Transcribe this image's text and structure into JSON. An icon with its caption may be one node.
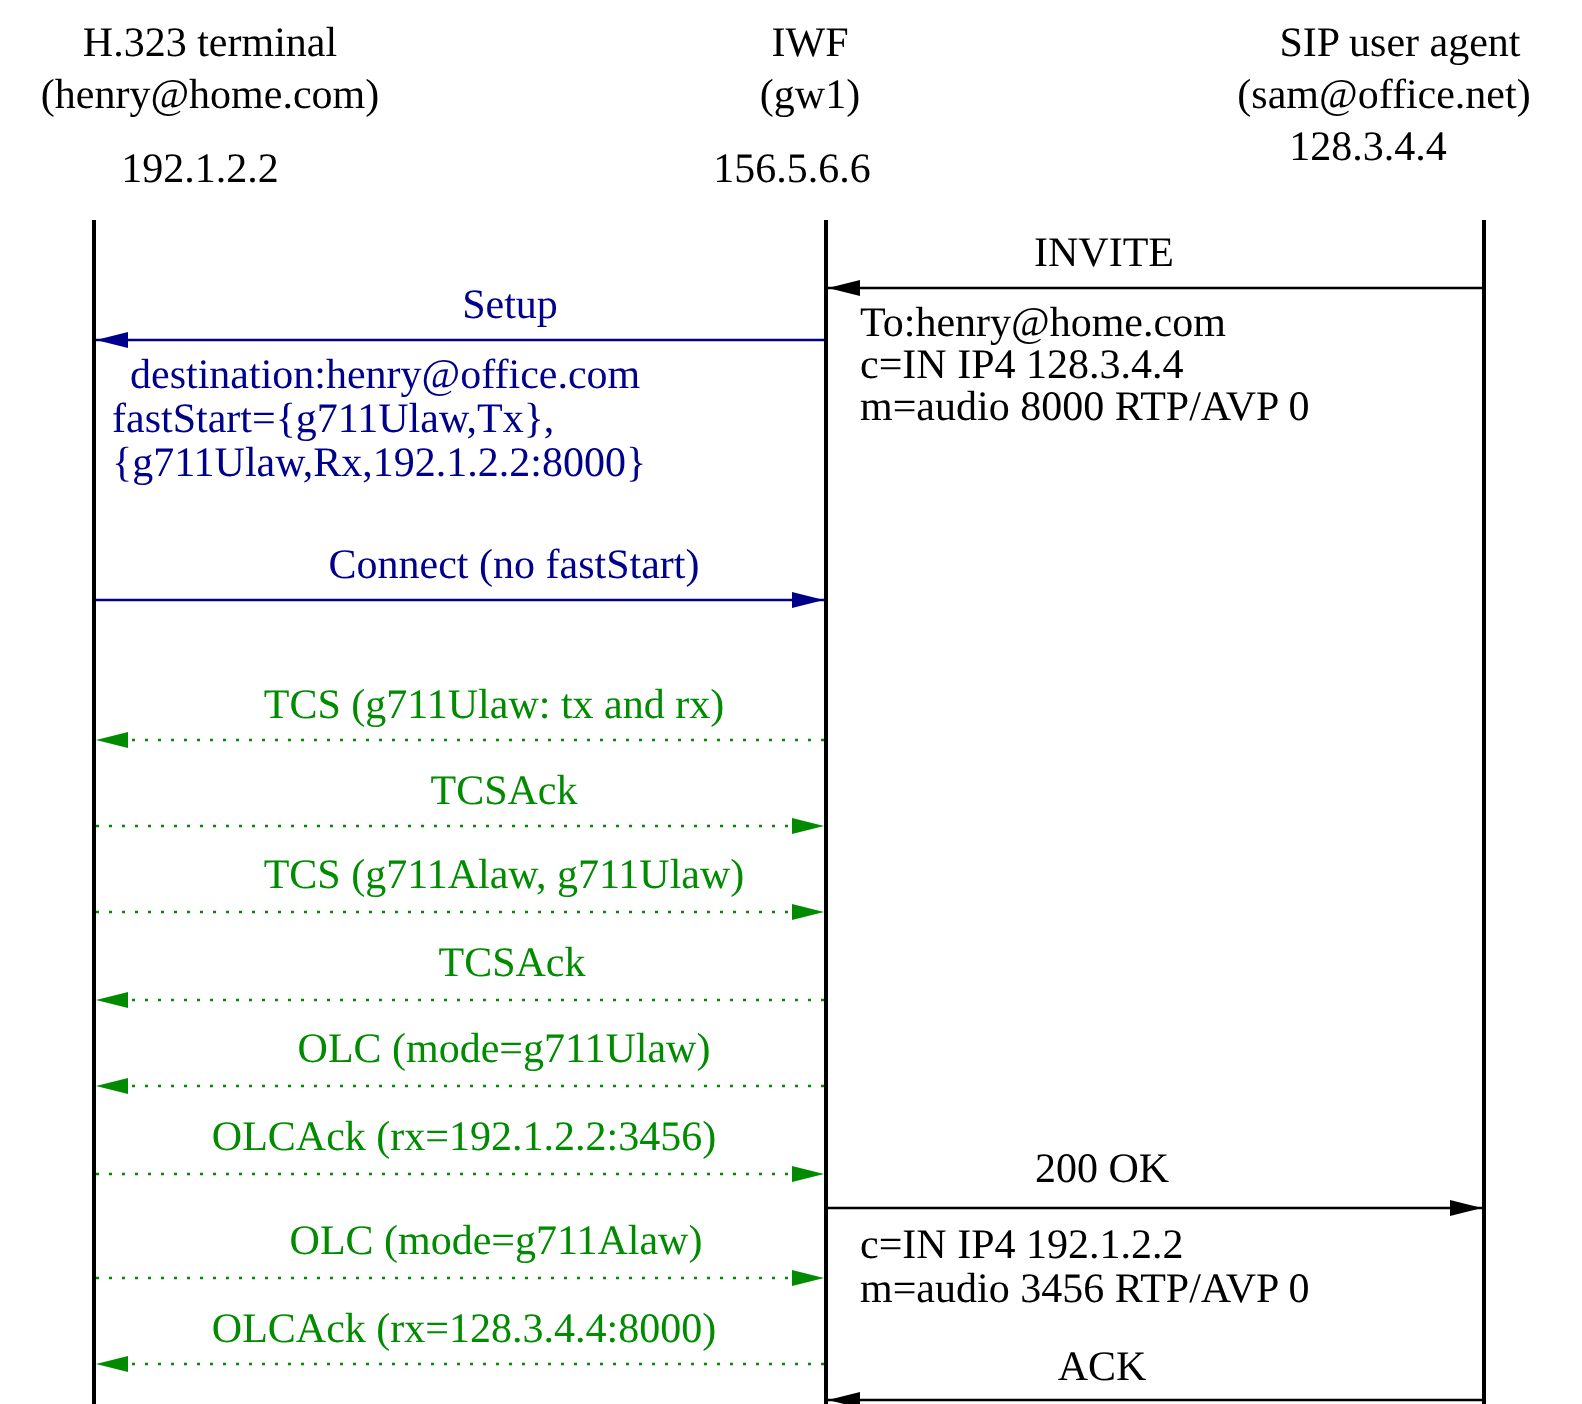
{
  "diagram": {
    "nodes": [
      {
        "text": [],
        "shape": "line",
        "beside": [
          "H.323 terminal",
          "(henry@home.com)",
          "192.1.2.2"
        ]
      },
      {
        "text": [],
        "shape": "line",
        "beside": [
          "IWF",
          "(gw1)",
          "156.5.6.6"
        ]
      },
      {
        "text": [],
        "shape": "line",
        "beside": [
          "SIP user agent",
          "(sam@office.net)",
          "128.3.4.4"
        ]
      }
    ],
    "edges": [
      {
        "from": 2,
        "to": 1,
        "arrow": "to",
        "label": "INVITE",
        "color": "#000000"
      },
      {
        "from": 1,
        "to": 0,
        "arrow": "to",
        "label": "Setup",
        "color": "#00008b"
      },
      {
        "from": 0,
        "to": 1,
        "arrow": "to",
        "label": "Connect (no fastStart)",
        "color": "#00008b"
      },
      {
        "from": 1,
        "to": 0,
        "arrow": "to",
        "label": "TCS (g711Ulaw: tx and rx)",
        "style": "dashed",
        "color": "#008b00"
      },
      {
        "from": 0,
        "to": 1,
        "arrow": "to",
        "label": "TCSAck",
        "style": "dashed",
        "color": "#008b00"
      },
      {
        "from": 0,
        "to": 1,
        "arrow": "to",
        "label": "TCS (g711Alaw, g711Ulaw)",
        "style": "dashed",
        "color": "#008b00"
      },
      {
        "from": 1,
        "to": 0,
        "arrow": "to",
        "label": "TCSAck",
        "style": "dashed",
        "color": "#008b00"
      },
      {
        "from": 1,
        "to": 0,
        "arrow": "to",
        "label": "OLC (mode=g711Ulaw)",
        "style": "dashed",
        "color": "#008b00"
      },
      {
        "from": 0,
        "to": 1,
        "arrow": "to",
        "label": "OLCAck (rx=192.1.2.2:3456)",
        "style": "dashed",
        "color": "#008b00"
      },
      {
        "from": 1,
        "to": 2,
        "arrow": "to",
        "label": "200 OK",
        "color": "#000000"
      },
      {
        "from": 0,
        "to": 1,
        "arrow": "to",
        "label": "OLC (mode=g711Alaw)",
        "style": "dashed",
        "color": "#008b00"
      },
      {
        "from": 1,
        "to": 0,
        "arrow": "to",
        "label": "OLCAck (rx=128.3.4.4:8000)",
        "style": "dashed",
        "color": "#008b00"
      },
      {
        "from": 2,
        "to": 1,
        "arrow": "to",
        "label": "ACK",
        "color": "#000000"
      }
    ],
    "labels": [
      "To:henry@home.com",
      "destination:henry@office.com",
      "c=IN IP4 128.3.4.4",
      "fastStart={g711Ulaw,Tx},",
      "m=audio 8000 RTP/AVP 0",
      "{g711Ulaw,Rx,192.1.2.2:8000}",
      "c=IN IP4 192.1.2.2",
      "m=audio 3456 RTP/AVP 0"
    ]
  }
}
